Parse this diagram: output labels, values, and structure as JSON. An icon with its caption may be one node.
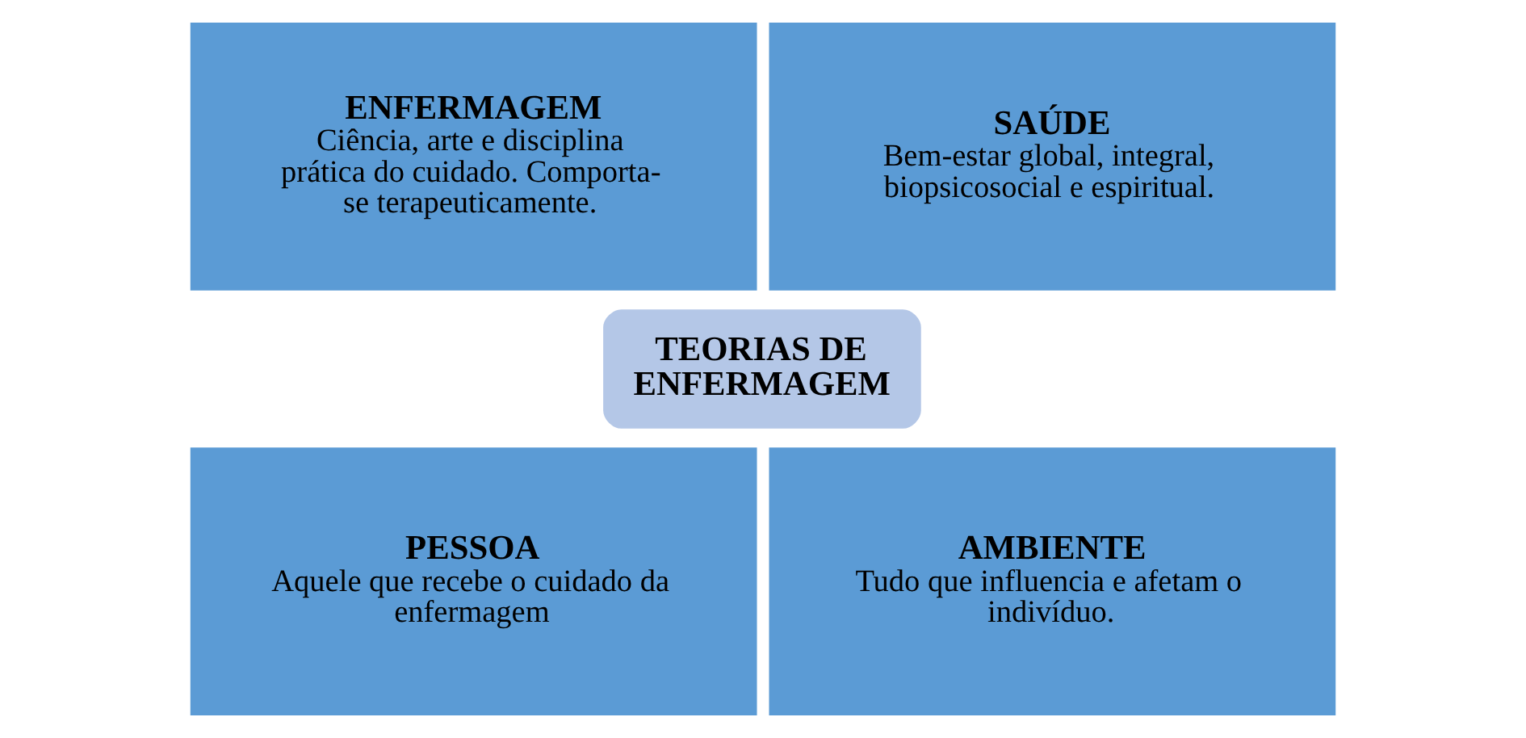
{
  "diagram": {
    "nodes": [
      {
        "text": [
          "ENFERMAGEM",
          "Ciência, arte e disciplina prática do cuidado. Comporta-se terapeuticamente."
        ]
      },
      {
        "text": [
          "SAÚDE",
          "Bem-estar global, integral, biopsicosocial e espiritual."
        ]
      },
      {
        "text": [
          "TEORIAS DE ENFERMAGEM"
        ]
      },
      {
        "text": [
          "PESSOA",
          "Aquele que recebe o cuidado da enfermagem"
        ]
      },
      {
        "text": [
          "AMBIENTE",
          "Tudo que influencia e afetam o indivíduo."
        ]
      }
    ]
  }
}
